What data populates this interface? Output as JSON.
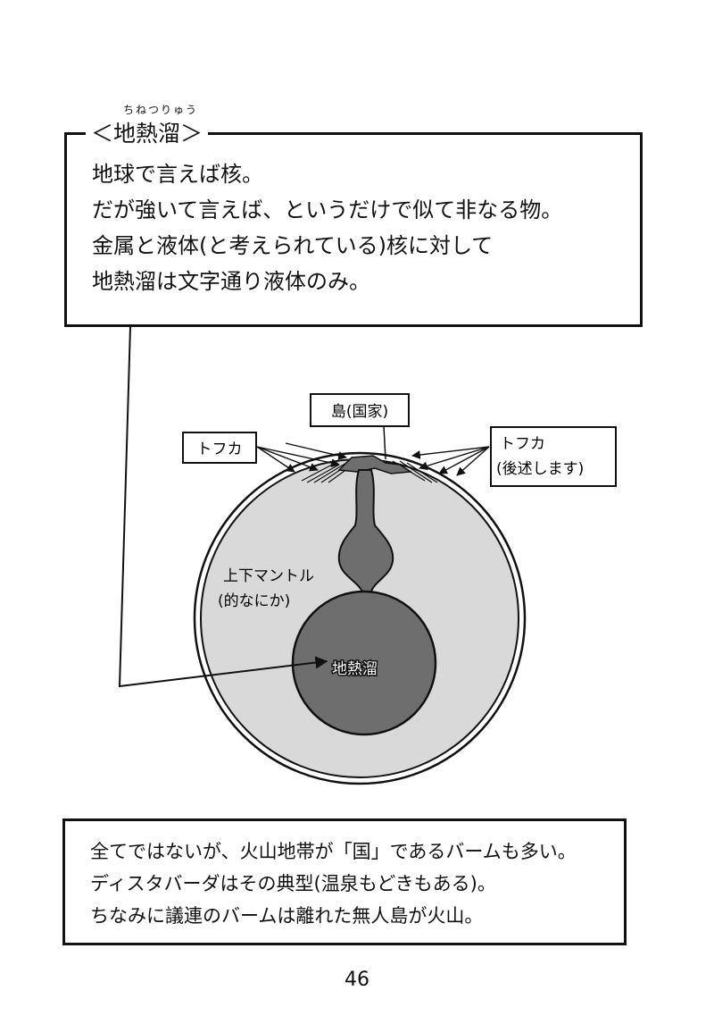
{
  "heading": {
    "ruby": "ちねつりゅう",
    "title": "＜地熱溜＞"
  },
  "explanation_lines": [
    "地球で言えば核。",
    "だが強いて言えば、というだけで似て非なる物。",
    "金属と液体(と考えられている)核に対して",
    "地熱溜は文字通り液体のみ。"
  ],
  "diagram": {
    "labels": {
      "island": "島(国家)",
      "tofuka_left": "トフカ",
      "tofuka_right_line1": "トフカ",
      "tofuka_right_line2": "(後述します)",
      "mantle_line1": "上下マントル",
      "mantle_line2": "(的なにか)",
      "core": "地熱溜"
    },
    "colors": {
      "outer_fill": "#d9d9d9",
      "core_fill": "#6e6e6e",
      "stroke": "#111111"
    }
  },
  "footer_lines": [
    "全てではないが、火山地帯が「国」であるバームも多い。",
    "ディスタバーダはその典型(温泉もどきもある)。",
    "ちなみに議連のバームは離れた無人島が火山。"
  ],
  "page_number": "46"
}
